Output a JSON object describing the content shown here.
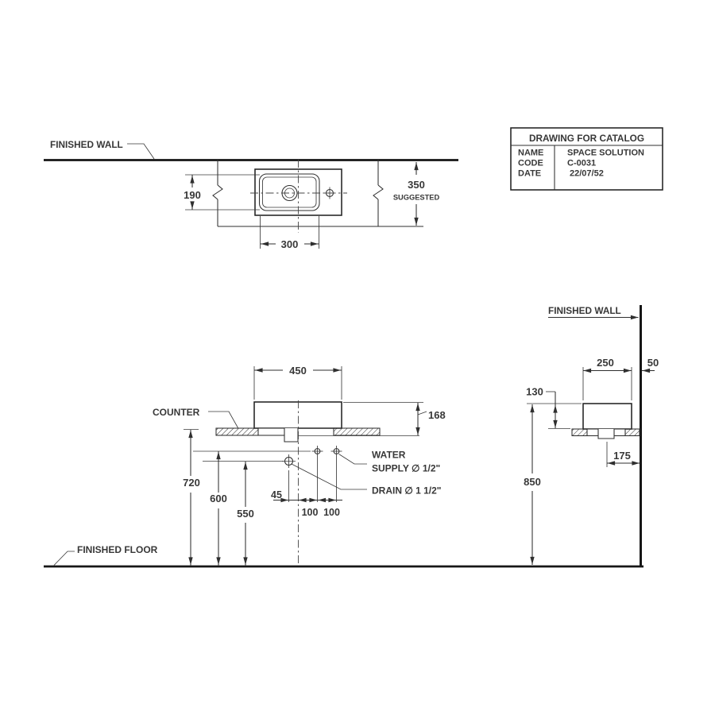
{
  "title_block": {
    "header": "DRAWING FOR CATALOG",
    "rows": [
      {
        "label": "NAME",
        "value": "SPACE SOLUTION"
      },
      {
        "label": "CODE",
        "value": "C-0031"
      },
      {
        "label": "DATE",
        "value": "22/07/52"
      }
    ]
  },
  "labels": {
    "finished_wall_top": "FINISHED WALL",
    "finished_wall_right": "FINISHED WALL",
    "finished_floor": "FINISHED FLOOR",
    "counter": "COUNTER",
    "water_line1": "WATER",
    "water_line2": "SUPPLY ∅ 1/2\"",
    "drain": "DRAIN ∅ 1 1/2\""
  },
  "dimensions": {
    "top_view": {
      "basin_depth": "190",
      "basin_width": "300",
      "install_depth": "350",
      "install_depth_note": "SUGGESTED"
    },
    "front_view": {
      "sink_width": "450",
      "total_height": "168",
      "counter_top_height": "720",
      "water_supply_height": "600",
      "drain_height": "550",
      "drain_offset": "45",
      "spacing_a": "100",
      "spacing_b": "100"
    },
    "side_view": {
      "sink_depth": "250",
      "wall_gap": "50",
      "rim_above_counter": "130",
      "drain_to_wall": "175",
      "rim_height": "850"
    }
  },
  "colors": {
    "line": "#2f2f2f",
    "heavy_line": "#161616",
    "text": "#383838",
    "background": "#ffffff"
  }
}
